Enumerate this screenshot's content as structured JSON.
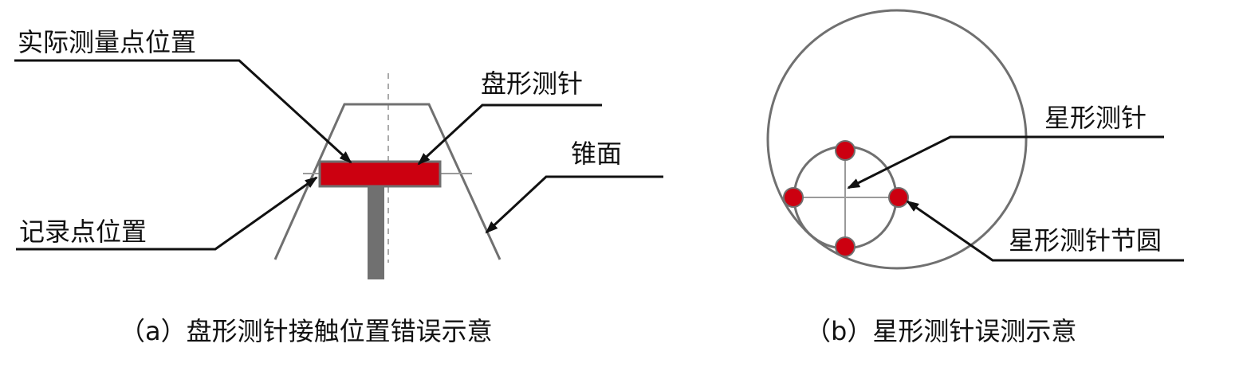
{
  "labels": {
    "actual_point": "实际测量点位置",
    "disc_stylus": "盘形测针",
    "cone_face": "锥面",
    "record_point": "记录点位置",
    "star_stylus": "星形测针",
    "star_pitch_circle": "星形测针节圆"
  },
  "captions": {
    "a": "（a）盘形测针接触位置错误示意",
    "b": "（b）星形测针误测示意"
  },
  "colors": {
    "stylus_red": "#cc0010",
    "outline_gray": "#707070",
    "line_black": "#111111"
  }
}
